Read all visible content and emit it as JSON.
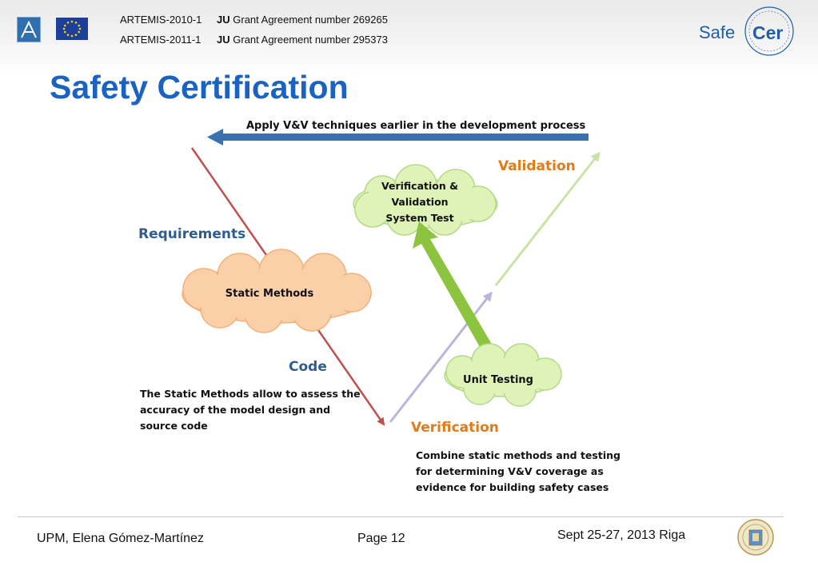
{
  "header": {
    "program_1": "ARTEMIS-2010-1",
    "ju_1": "JU",
    "grant_1": "Grant Agreement number 269265",
    "program_2": "ARTEMIS-2011-1",
    "ju_2": "JU",
    "grant_2": "Grant Agreement number 295373",
    "logo_safe": "Safe",
    "logo_cer": "Cer"
  },
  "title": "Safety Certification",
  "diagram": {
    "top_arrow_label": "Apply V&V techniques earlier in the development process",
    "validation": "Validation",
    "requirements": "Requirements",
    "code": "Code",
    "verification": "Verification",
    "vv_cloud": [
      "Verification &",
      "Validation",
      "System Test"
    ],
    "static_cloud": "Static Methods",
    "unit_cloud": "Unit Testing",
    "static_note": [
      "The Static Methods allow to assess the",
      "accuracy of the model design  and",
      "source code"
    ],
    "combine_note": [
      "Combine static methods and testing",
      "for determining V&V coverage as",
      "evidence for building safety cases"
    ]
  },
  "footer": {
    "author": "UPM, Elena Gómez-Martínez",
    "page": "Page 12",
    "date": "Sept 25-27, 2013 Riga"
  },
  "colors": {
    "title": "#1a63c0",
    "label_blue": "#2e5d8f",
    "label_orange": "#e07b1a",
    "top_arrow": "#3a6fb0",
    "red_line": "#c0504d",
    "green_arrow": "#8cc43f",
    "static_cloud": "#fbd0a8",
    "green_cloud": "#dff2b8"
  }
}
